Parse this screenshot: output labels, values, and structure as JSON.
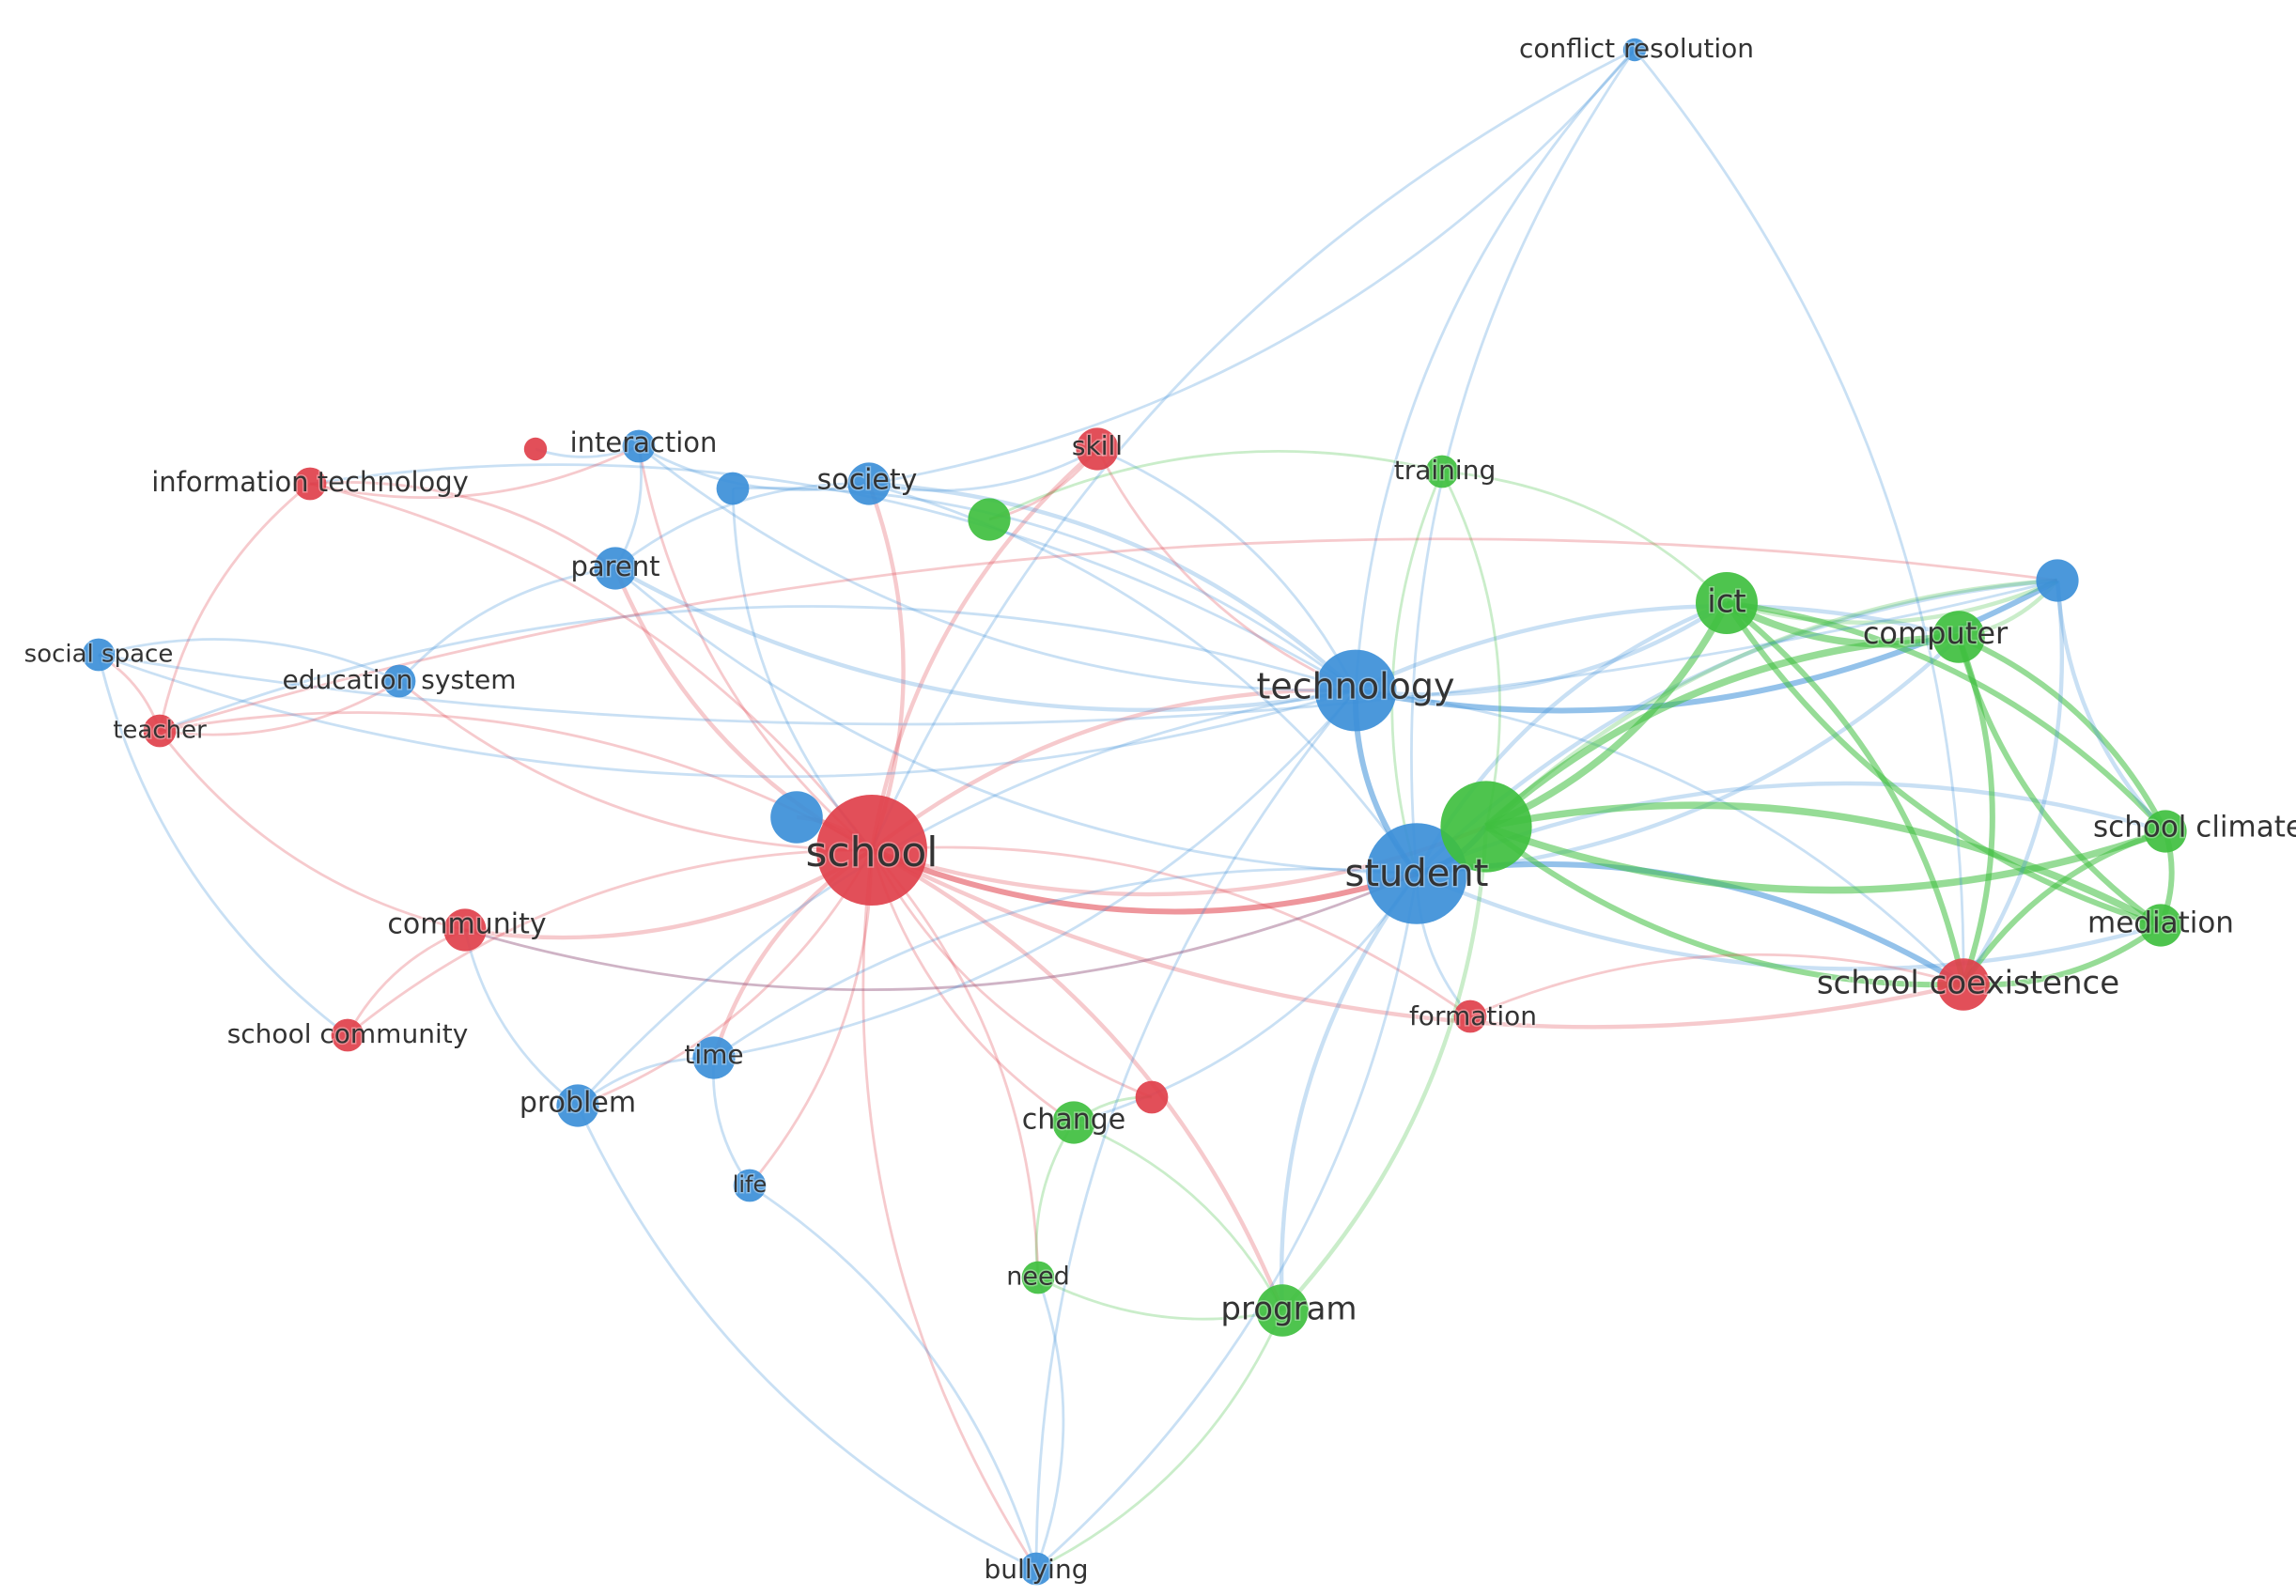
{
  "colors": {
    "cluster_red": "#e0404b",
    "cluster_blue": "#3c8fd8",
    "cluster_green": "#3fbf3f",
    "label": "#333333",
    "background": "#ffffff"
  },
  "network": {
    "nodes": [
      {
        "id": "school",
        "label": "school",
        "cluster": "red",
        "weight": 10
      },
      {
        "id": "student",
        "label": "student",
        "cluster": "blue",
        "weight": 9
      },
      {
        "id": "technology",
        "label": "technology",
        "cluster": "blue",
        "weight": 7
      },
      {
        "id": "green-hub",
        "label": "",
        "cluster": "green",
        "weight": 8
      },
      {
        "id": "ict",
        "label": "ict",
        "cluster": "green",
        "weight": 5
      },
      {
        "id": "computer",
        "label": "computer",
        "cluster": "green",
        "weight": 4
      },
      {
        "id": "school-climate",
        "label": "school climate",
        "cluster": "green",
        "weight": 3
      },
      {
        "id": "mediation",
        "label": "mediation",
        "cluster": "green",
        "weight": 3
      },
      {
        "id": "school-coexistence",
        "label": "school coexistence",
        "cluster": "red",
        "weight": 4
      },
      {
        "id": "formation",
        "label": "formation",
        "cluster": "red",
        "weight": 2
      },
      {
        "id": "program",
        "label": "program",
        "cluster": "green",
        "weight": 4
      },
      {
        "id": "need",
        "label": "need",
        "cluster": "green",
        "weight": 2
      },
      {
        "id": "change",
        "label": "change",
        "cluster": "green",
        "weight": 3
      },
      {
        "id": "red-small",
        "label": "",
        "cluster": "red",
        "weight": 2
      },
      {
        "id": "bullying",
        "label": "bullying",
        "cluster": "blue",
        "weight": 2
      },
      {
        "id": "life",
        "label": "life",
        "cluster": "blue",
        "weight": 2
      },
      {
        "id": "time",
        "label": "time",
        "cluster": "blue",
        "weight": 3
      },
      {
        "id": "problem",
        "label": "problem",
        "cluster": "blue",
        "weight": 3
      },
      {
        "id": "school-community",
        "label": "school community",
        "cluster": "red",
        "weight": 2
      },
      {
        "id": "community",
        "label": "community",
        "cluster": "red",
        "weight": 3
      },
      {
        "id": "teacher",
        "label": "teacher",
        "cluster": "red",
        "weight": 2
      },
      {
        "id": "social-space",
        "label": "social space",
        "cluster": "blue",
        "weight": 2
      },
      {
        "id": "education-system",
        "label": "education system",
        "cluster": "blue",
        "weight": 2
      },
      {
        "id": "information-technology",
        "label": "information technology",
        "cluster": "red",
        "weight": 2
      },
      {
        "id": "interaction",
        "label": "interaction",
        "cluster": "blue",
        "weight": 2
      },
      {
        "id": "red-top",
        "label": "",
        "cluster": "red",
        "weight": 1
      },
      {
        "id": "blue-top",
        "label": "",
        "cluster": "blue",
        "weight": 2
      },
      {
        "id": "society",
        "label": "society",
        "cluster": "blue",
        "weight": 3
      },
      {
        "id": "skill",
        "label": "skill",
        "cluster": "red",
        "weight": 3
      },
      {
        "id": "green-top",
        "label": "",
        "cluster": "green",
        "weight": 3
      },
      {
        "id": "training",
        "label": "training",
        "cluster": "green",
        "weight": 2
      },
      {
        "id": "parent",
        "label": "parent",
        "cluster": "blue",
        "weight": 3
      },
      {
        "id": "blue-near-school",
        "label": "",
        "cluster": "blue",
        "weight": 4
      },
      {
        "id": "blue-right",
        "label": "",
        "cluster": "blue",
        "weight": 3
      },
      {
        "id": "conflict-resolution",
        "label": "conflict resolution",
        "cluster": "blue",
        "weight": 1
      }
    ],
    "edges": [
      [
        "school",
        "student",
        3
      ],
      [
        "school",
        "technology",
        2
      ],
      [
        "school",
        "green-hub",
        2
      ],
      [
        "school",
        "community",
        2
      ],
      [
        "school",
        "teacher",
        1
      ],
      [
        "school",
        "parent",
        2
      ],
      [
        "school",
        "society",
        2
      ],
      [
        "school",
        "skill",
        2
      ],
      [
        "school",
        "time",
        2
      ],
      [
        "school",
        "problem",
        1
      ],
      [
        "school",
        "change",
        1
      ],
      [
        "school",
        "program",
        2
      ],
      [
        "school",
        "school-coexistence",
        2
      ],
      [
        "school",
        "education-system",
        1
      ],
      [
        "school",
        "information-technology",
        1
      ],
      [
        "school",
        "interaction",
        1
      ],
      [
        "school",
        "blue-near-school",
        2
      ],
      [
        "school",
        "formation",
        1
      ],
      [
        "school",
        "bullying",
        1
      ],
      [
        "school",
        "life",
        1
      ],
      [
        "school",
        "school-community",
        1
      ],
      [
        "school",
        "need",
        1
      ],
      [
        "school",
        "red-small",
        1
      ],
      [
        "student",
        "technology",
        3
      ],
      [
        "student",
        "green-hub",
        3
      ],
      [
        "student",
        "ict",
        2
      ],
      [
        "student",
        "computer",
        2
      ],
      [
        "student",
        "school-climate",
        2
      ],
      [
        "student",
        "mediation",
        2
      ],
      [
        "student",
        "school-coexistence",
        3
      ],
      [
        "student",
        "program",
        2
      ],
      [
        "student",
        "change",
        1
      ],
      [
        "student",
        "formation",
        1
      ],
      [
        "student",
        "parent",
        1
      ],
      [
        "student",
        "society",
        1
      ],
      [
        "student",
        "blue-right",
        2
      ],
      [
        "student",
        "time",
        1
      ],
      [
        "student",
        "community",
        1
      ],
      [
        "technology",
        "ict",
        2
      ],
      [
        "technology",
        "computer",
        2
      ],
      [
        "technology",
        "blue-right",
        3
      ],
      [
        "technology",
        "parent",
        2
      ],
      [
        "technology",
        "society",
        2
      ],
      [
        "technology",
        "interaction",
        1
      ],
      [
        "technology",
        "teacher",
        1
      ],
      [
        "technology",
        "social-space",
        1
      ],
      [
        "technology",
        "information-technology",
        1
      ],
      [
        "technology",
        "school-coexistence",
        1
      ],
      [
        "technology",
        "skill",
        1
      ],
      [
        "technology",
        "conflict-resolution",
        1
      ],
      [
        "green-hub",
        "ict",
        4
      ],
      [
        "green-hub",
        "computer",
        4
      ],
      [
        "green-hub",
        "school-climate",
        4
      ],
      [
        "green-hub",
        "mediation",
        4
      ],
      [
        "green-hub",
        "school-coexistence",
        3
      ],
      [
        "green-hub",
        "program",
        2
      ],
      [
        "green-hub",
        "training",
        1
      ],
      [
        "green-hub",
        "blue-right",
        2
      ],
      [
        "ict",
        "computer",
        4
      ],
      [
        "ict",
        "school-climate",
        3
      ],
      [
        "ict",
        "mediation",
        3
      ],
      [
        "ict",
        "school-coexistence",
        3
      ],
      [
        "ict",
        "blue-right",
        2
      ],
      [
        "computer",
        "school-climate",
        3
      ],
      [
        "computer",
        "mediation",
        3
      ],
      [
        "computer",
        "school-coexistence",
        3
      ],
      [
        "computer",
        "blue-right",
        2
      ],
      [
        "school-climate",
        "mediation",
        3
      ],
      [
        "school-climate",
        "school-coexistence",
        3
      ],
      [
        "mediation",
        "school-coexistence",
        3
      ],
      [
        "blue-right",
        "school-climate",
        2
      ],
      [
        "blue-right",
        "school-coexistence",
        2
      ],
      [
        "school-coexistence",
        "formation",
        1
      ],
      [
        "program",
        "need",
        1
      ],
      [
        "program",
        "change",
        1
      ],
      [
        "program",
        "bullying",
        1
      ],
      [
        "change",
        "need",
        1
      ],
      [
        "change",
        "red-small",
        1
      ],
      [
        "bullying",
        "life",
        1
      ],
      [
        "bullying",
        "problem",
        1
      ],
      [
        "bullying",
        "student",
        1
      ],
      [
        "bullying",
        "technology",
        1
      ],
      [
        "bullying",
        "need",
        1
      ],
      [
        "life",
        "time",
        1
      ],
      [
        "time",
        "problem",
        1
      ],
      [
        "problem",
        "community",
        1
      ],
      [
        "community",
        "school-community",
        1
      ],
      [
        "community",
        "teacher",
        1
      ],
      [
        "teacher",
        "social-space",
        1
      ],
      [
        "teacher",
        "information-technology",
        1
      ],
      [
        "teacher",
        "education-system",
        1
      ],
      [
        "social-space",
        "education-system",
        1
      ],
      [
        "social-space",
        "school-community",
        1
      ],
      [
        "education-system",
        "parent",
        1
      ],
      [
        "parent",
        "interaction",
        1
      ],
      [
        "parent",
        "society",
        1
      ],
      [
        "interaction",
        "society",
        1
      ],
      [
        "interaction",
        "red-top",
        1
      ],
      [
        "information-technology",
        "interaction",
        1
      ],
      [
        "information-technology",
        "parent",
        1
      ],
      [
        "society",
        "skill",
        1
      ],
      [
        "skill",
        "green-top",
        1
      ],
      [
        "skill",
        "technology",
        1
      ],
      [
        "green-top",
        "training",
        1
      ],
      [
        "training",
        "student",
        1
      ],
      [
        "training",
        "ict",
        1
      ],
      [
        "conflict-resolution",
        "student",
        1
      ],
      [
        "conflict-resolution",
        "school-coexistence",
        1
      ],
      [
        "conflict-resolution",
        "school",
        1
      ],
      [
        "conflict-resolution",
        "society",
        1
      ],
      [
        "blue-top",
        "school",
        1
      ],
      [
        "blue-top",
        "technology",
        1
      ],
      [
        "social-space",
        "blue-right",
        1
      ],
      [
        "teacher",
        "blue-right",
        1
      ],
      [
        "community",
        "student",
        1
      ],
      [
        "problem",
        "technology",
        1
      ],
      [
        "time",
        "technology",
        1
      ]
    ]
  }
}
